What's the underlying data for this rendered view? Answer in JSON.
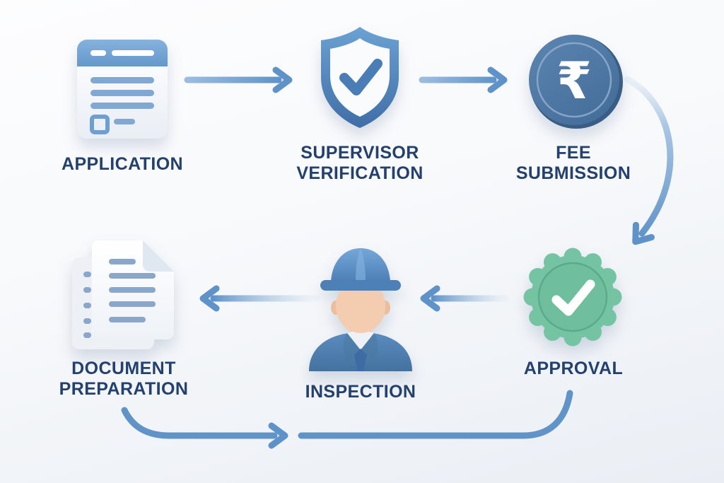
{
  "steps": [
    {
      "label": "APPLICATION",
      "icon": "application-form-icon"
    },
    {
      "label": "SUPERVISOR VERIFICATION",
      "icon": "shield-check-icon"
    },
    {
      "label": "FEE SUBMISSION",
      "icon": "rupee-coin-icon"
    },
    {
      "label": "APPROVAL",
      "icon": "approval-badge-icon"
    },
    {
      "label": "INSPECTION",
      "icon": "inspector-person-icon"
    },
    {
      "label": "DOCUMENT PREPARATION",
      "icon": "documents-stack-icon"
    }
  ],
  "connections": [
    {
      "from": "APPLICATION",
      "to": "SUPERVISOR VERIFICATION",
      "style": "straight-right-arrow"
    },
    {
      "from": "SUPERVISOR VERIFICATION",
      "to": "FEE SUBMISSION",
      "style": "straight-right-arrow"
    },
    {
      "from": "FEE SUBMISSION",
      "to": "APPROVAL",
      "style": "curved-down-arrow"
    },
    {
      "from": "APPROVAL",
      "to": "INSPECTION",
      "style": "straight-left-arrow"
    },
    {
      "from": "INSPECTION",
      "to": "DOCUMENT PREPARATION",
      "style": "straight-left-arrow"
    },
    {
      "from": "DOCUMENT PREPARATION",
      "to": "(continues right)",
      "style": "curved-bottom-right-arrow"
    }
  ],
  "currency_symbol": "₹",
  "colors": {
    "label_text": "#24406e",
    "arrow_blue": "#5e92c8",
    "arrow_light": "#a9c6e4",
    "shield_blue": "#4d82ba",
    "coin_blue": "#47709d",
    "badge_green": "#74c3a3",
    "skin_tone": "#f4cdb0",
    "doc_line_blue": "#8aa7cb"
  }
}
